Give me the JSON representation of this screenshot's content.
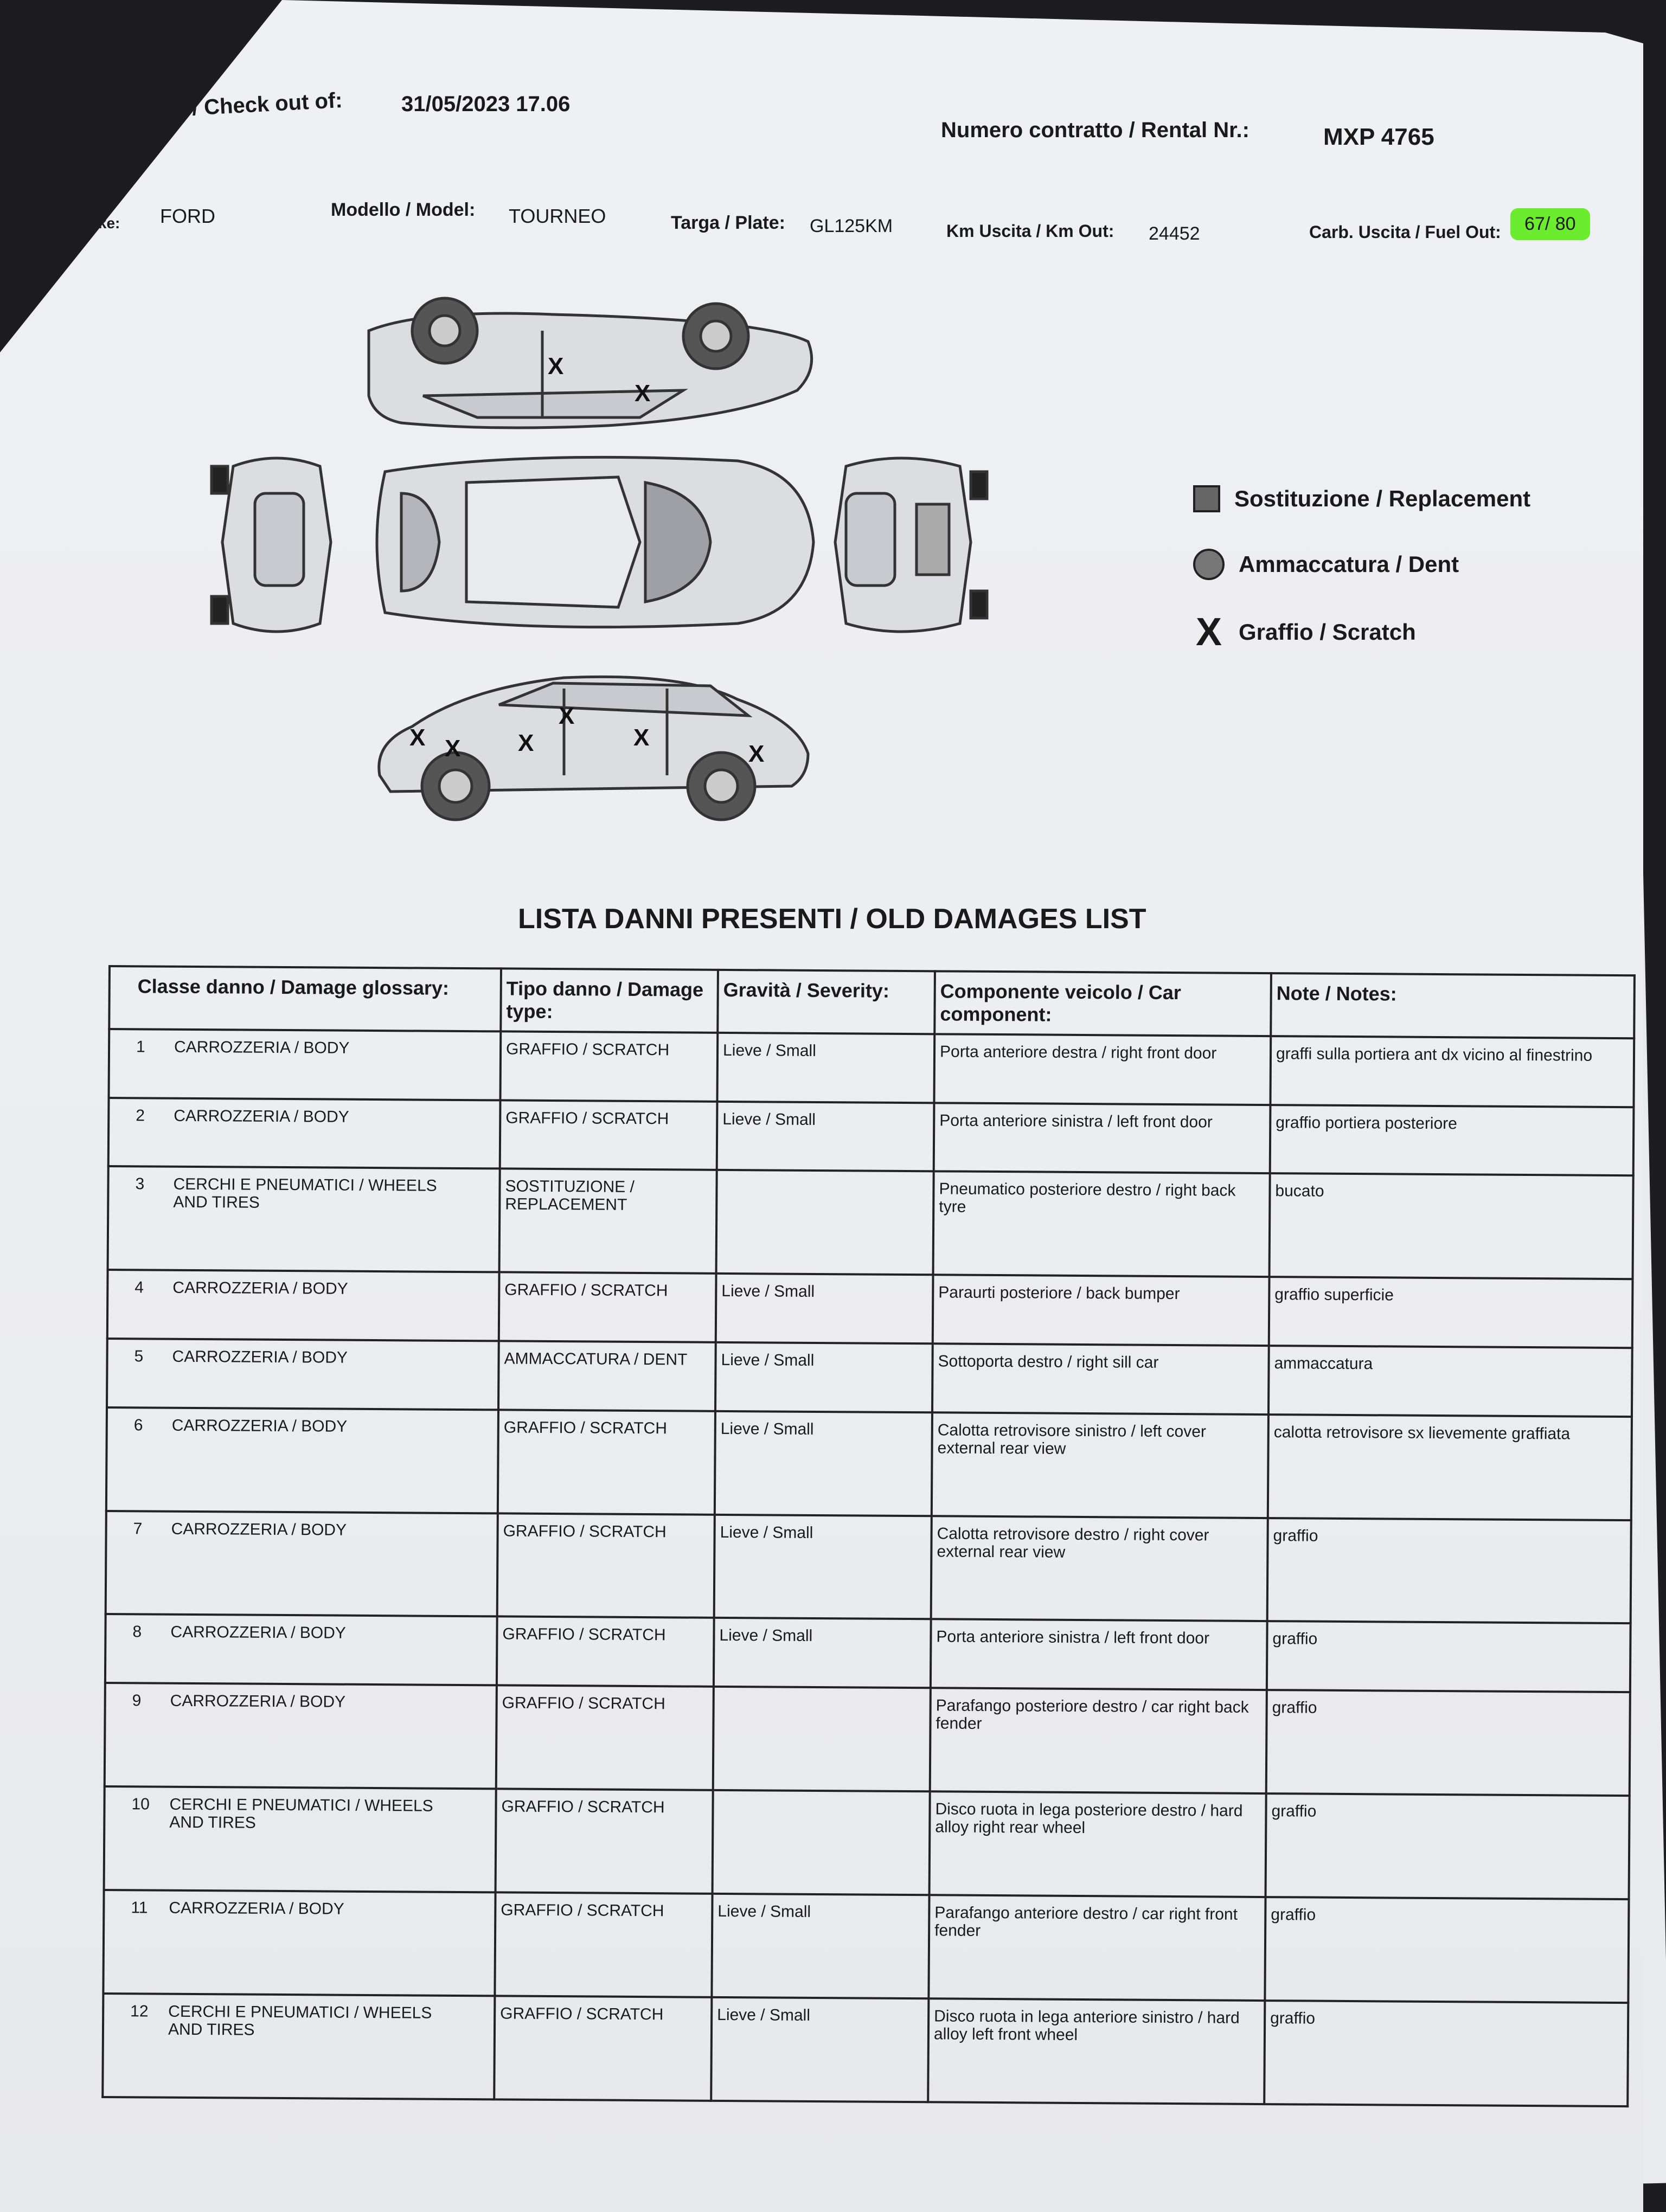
{
  "header": {
    "checkout_label": "del / Check out of:",
    "checkout_value": "31/05/2023 17.06",
    "contract_label": "Numero contratto / Rental Nr.:",
    "contract_value": "MXP 4765",
    "make_label": "Make:",
    "make_value": "FORD",
    "model_label": "Modello / Model:",
    "model_value": "TOURNEO",
    "plate_label": "Targa / Plate:",
    "plate_value": "GL125KM",
    "km_label": "Km Uscita / Km Out:",
    "km_value": "24452",
    "fuel_label": "Carb. Uscita / Fuel Out:",
    "fuel_value": "67/ 80",
    "fuel_highlight_color": "#6bec2e"
  },
  "legend": {
    "replacement": "Sostituzione / Replacement",
    "dent": "Ammaccatura / Dent",
    "scratch": "Graffio / Scratch",
    "scratch_mark": "X"
  },
  "damage_list": {
    "title": "LISTA DANNI PRESENTI / OLD DAMAGES LIST",
    "columns": [
      "Classe danno / Damage glossary:",
      "Tipo danno / Damage type:",
      "Gravità / Severity:",
      "Componente veicolo / Car component:",
      "Note / Notes:"
    ],
    "rows": [
      {
        "num": "1",
        "class": "CARROZZERIA / BODY",
        "type": "GRAFFIO / SCRATCH",
        "severity": "Lieve / Small",
        "component": "Porta anteriore destra / right front door",
        "note": "graffi sulla portiera ant dx vicino al finestrino"
      },
      {
        "num": "2",
        "class": "CARROZZERIA / BODY",
        "type": "GRAFFIO / SCRATCH",
        "severity": "Lieve / Small",
        "component": "Porta anteriore sinistra / left front door",
        "note": "graffio portiera posteriore"
      },
      {
        "num": "3",
        "class": "CERCHI E PNEUMATICI / WHEELS AND TIRES",
        "type": "SOSTITUZIONE / REPLACEMENT",
        "severity": "",
        "component": "Pneumatico posteriore destro / right back tyre",
        "note": "bucato"
      },
      {
        "num": "4",
        "class": "CARROZZERIA / BODY",
        "type": "GRAFFIO / SCRATCH",
        "severity": "Lieve / Small",
        "component": "Paraurti posteriore / back bumper",
        "note": "graffio superficie"
      },
      {
        "num": "5",
        "class": "CARROZZERIA / BODY",
        "type": "AMMACCATURA / DENT",
        "severity": "Lieve / Small",
        "component": "Sottoporta destro / right sill car",
        "note": "ammaccatura"
      },
      {
        "num": "6",
        "class": "CARROZZERIA / BODY",
        "type": "GRAFFIO / SCRATCH",
        "severity": "Lieve / Small",
        "component": "Calotta retrovisore sinistro / left cover external rear view",
        "note": "calotta retrovisore sx lievemente graffiata"
      },
      {
        "num": "7",
        "class": "CARROZZERIA / BODY",
        "type": "GRAFFIO / SCRATCH",
        "severity": "Lieve / Small",
        "component": "Calotta retrovisore destro / right cover external rear view",
        "note": "graffio"
      },
      {
        "num": "8",
        "class": "CARROZZERIA / BODY",
        "type": "GRAFFIO / SCRATCH",
        "severity": "Lieve / Small",
        "component": "Porta anteriore sinistra / left front door",
        "note": "graffio"
      },
      {
        "num": "9",
        "class": "CARROZZERIA / BODY",
        "type": "GRAFFIO / SCRATCH",
        "severity": "",
        "component": "Parafango posteriore destro / car right back fender",
        "note": "graffio"
      },
      {
        "num": "10",
        "class": "CERCHI E PNEUMATICI / WHEELS AND TIRES",
        "type": "GRAFFIO / SCRATCH",
        "severity": "",
        "component": "Disco ruota in lega posteriore destro / hard alloy right rear wheel",
        "note": "graffio"
      },
      {
        "num": "11",
        "class": "CARROZZERIA / BODY",
        "type": "GRAFFIO / SCRATCH",
        "severity": "Lieve / Small",
        "component": "Parafango anteriore destro / car right front fender",
        "note": "graffio"
      },
      {
        "num": "12",
        "class": "CERCHI E PNEUMATICI / WHEELS AND TIRES",
        "type": "GRAFFIO / SCRATCH",
        "severity": "Lieve / Small",
        "component": "Disco ruota in lega anteriore sinistro / hard alloy left front wheel",
        "note": "graffio"
      }
    ]
  }
}
